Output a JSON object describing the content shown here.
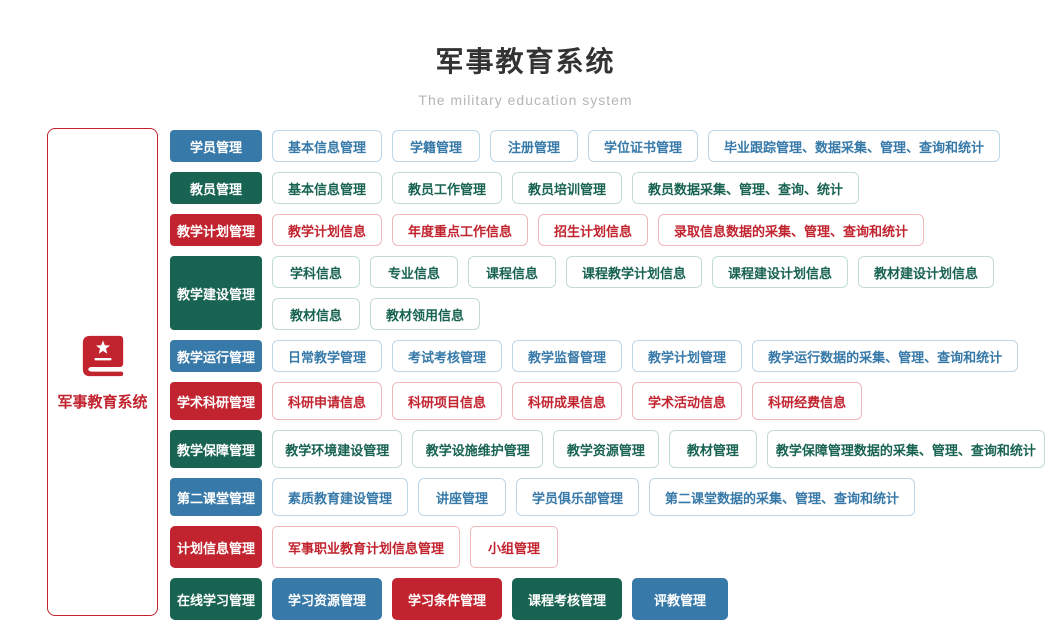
{
  "page": {
    "title": "军事教育系统",
    "subtitle": "The military education system"
  },
  "palette": {
    "blue": "#3779a8",
    "green": "#186351",
    "red": "#c1242f",
    "blue_light_border": "#bdd6e8",
    "green_light_border": "#c3dcd2",
    "red_light_border": "#efb9bd"
  },
  "sidebar": {
    "icon": "book-star-icon",
    "label": "军事教育系统"
  },
  "rows": [
    {
      "category": {
        "label": "学员管理",
        "color": "blue"
      },
      "items": [
        {
          "label": "基本信息管理"
        },
        {
          "label": "学籍管理"
        },
        {
          "label": "注册管理"
        },
        {
          "label": "学位证书管理"
        },
        {
          "label": "毕业跟踪管理、数据采集、管理、查询和统计"
        }
      ]
    },
    {
      "category": {
        "label": "教员管理",
        "color": "green"
      },
      "items": [
        {
          "label": "基本信息管理"
        },
        {
          "label": "教员工作管理"
        },
        {
          "label": "教员培训管理"
        },
        {
          "label": "教员数据采集、管理、查询、统计"
        }
      ]
    },
    {
      "category": {
        "label": "教学计划管理",
        "color": "red"
      },
      "items": [
        {
          "label": "教学计划信息"
        },
        {
          "label": "年度重点工作信息"
        },
        {
          "label": "招生计划信息"
        },
        {
          "label": "录取信息数据的采集、管理、查询和统计"
        }
      ]
    },
    {
      "category": {
        "label": "教学建设管理",
        "color": "green"
      },
      "items": [
        {
          "label": "学科信息"
        },
        {
          "label": "专业信息"
        },
        {
          "label": "课程信息"
        },
        {
          "label": "课程教学计划信息"
        },
        {
          "label": "课程建设计划信息"
        },
        {
          "label": "教材建设计划信息"
        }
      ],
      "items2": [
        {
          "label": "教材信息"
        },
        {
          "label": "教材领用信息"
        }
      ]
    },
    {
      "category": {
        "label": "教学运行管理",
        "color": "blue"
      },
      "items": [
        {
          "label": "日常教学管理"
        },
        {
          "label": "考试考核管理"
        },
        {
          "label": "教学监督管理"
        },
        {
          "label": "教学计划管理"
        },
        {
          "label": "教学运行数据的采集、管理、查询和统计"
        }
      ]
    },
    {
      "category": {
        "label": "学术科研管理",
        "color": "red"
      },
      "items": [
        {
          "label": "科研申请信息"
        },
        {
          "label": "科研项目信息"
        },
        {
          "label": "科研成果信息"
        },
        {
          "label": "学术活动信息"
        },
        {
          "label": "科研经费信息"
        }
      ]
    },
    {
      "category": {
        "label": "教学保障管理",
        "color": "green"
      },
      "items": [
        {
          "label": "教学环境建设管理"
        },
        {
          "label": "教学设施维护管理"
        },
        {
          "label": "教学资源管理"
        },
        {
          "label": "教材管理"
        },
        {
          "label": "教学保障管理数据的采集、管理、查询和统计"
        }
      ]
    },
    {
      "category": {
        "label": "第二课堂管理",
        "color": "blue"
      },
      "items": [
        {
          "label": "素质教育建设管理"
        },
        {
          "label": "讲座管理"
        },
        {
          "label": "学员俱乐部管理"
        },
        {
          "label": "第二课堂数据的采集、管理、查询和统计"
        }
      ]
    },
    {
      "category": {
        "label": "计划信息管理",
        "color": "red"
      },
      "items": [
        {
          "label": "军事职业教育计划信息管理"
        },
        {
          "label": "小组管理"
        }
      ]
    },
    {
      "category": {
        "label": "在线学习管理",
        "color": "green"
      },
      "items": [
        {
          "label": "学习资源管理",
          "variant": "solid-blue"
        },
        {
          "label": "学习条件管理",
          "variant": "solid-red"
        },
        {
          "label": "课程考核管理",
          "variant": "solid-green"
        },
        {
          "label": "评教管理",
          "variant": "solid-blue"
        }
      ]
    }
  ]
}
